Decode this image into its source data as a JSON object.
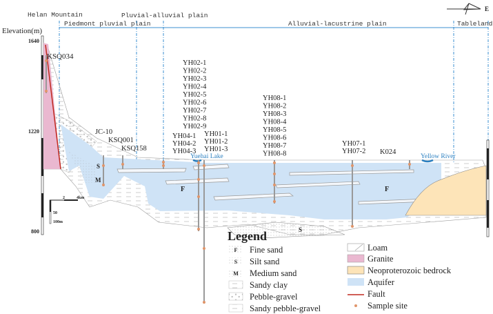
{
  "title": "Hydrogeological cross-section",
  "header": {
    "elevation_label": "Elevation(m)",
    "north_arrow_label": "E",
    "zones": {
      "helan": "Helan Mountain",
      "pluvial_alluvial": "Pluvial-alluvial plain",
      "piedmont": "Piedmont pluvial plain",
      "alluvial_lacustrine": "Alluvial-lacustrine plain",
      "tableland": "Tableland"
    }
  },
  "axis": {
    "ticks": [
      "1640",
      "1220",
      "800"
    ]
  },
  "scale_bar": {
    "h_mid": "2",
    "h_end": "4km",
    "v_mid": "50",
    "v_end": "100m"
  },
  "boreholes": {
    "ksq034": "KSQ034",
    "jc10": "JC-10",
    "ksq001": "KSQ001",
    "ksq158": "KSQ158",
    "yh02": [
      "YH02-1",
      "YH02-2",
      "YH02-3",
      "YH02-4",
      "YH02-5",
      "YH02-6",
      "YH02-7",
      "YH02-8",
      "YH02-9"
    ],
    "yh04": [
      "YH04-1",
      "YH04-2",
      "YH04-3"
    ],
    "yh01": [
      "YH01-1",
      "YH01-2",
      "YH01-3"
    ],
    "yh08": [
      "YH08-1",
      "YH08-2",
      "YH08-3",
      "YH08-4",
      "YH08-5",
      "YH08-6",
      "YH08-7",
      "YH08-8"
    ],
    "yh07": [
      "YH07-1",
      "YH07-2"
    ],
    "k024": "K024"
  },
  "water_bodies": {
    "lake": "Yuehai Lake",
    "river": "Yellow River"
  },
  "section_letters": {
    "s1": "S",
    "m1": "M",
    "f1": "F",
    "f2": "F",
    "s2": "S"
  },
  "legend": {
    "title": "Legend",
    "left": [
      {
        "symbol": "F",
        "label": "Fine sand"
      },
      {
        "symbol": "S",
        "label": "Silt sand"
      },
      {
        "symbol": "M",
        "label": "Medium sand"
      },
      {
        "symbol": "",
        "label": "Sandy clay"
      },
      {
        "symbol": "",
        "label": "Pebble-gravel"
      },
      {
        "symbol": "",
        "label": "Sandy pebble-gravel"
      }
    ],
    "right": [
      {
        "label": "Loam"
      },
      {
        "label": "Granite"
      },
      {
        "label": "Neoproterozoic bedrock"
      },
      {
        "label": "Aquifer"
      },
      {
        "label": "Fault"
      },
      {
        "label": "Sample site"
      }
    ]
  },
  "colors": {
    "aquifer": "#cfe3f6",
    "granite": "#eab8d0",
    "bedrock": "#fde4b8",
    "fault": "#c0281e",
    "sample": "#e0956a",
    "zone_line": "#3b8fd0"
  }
}
